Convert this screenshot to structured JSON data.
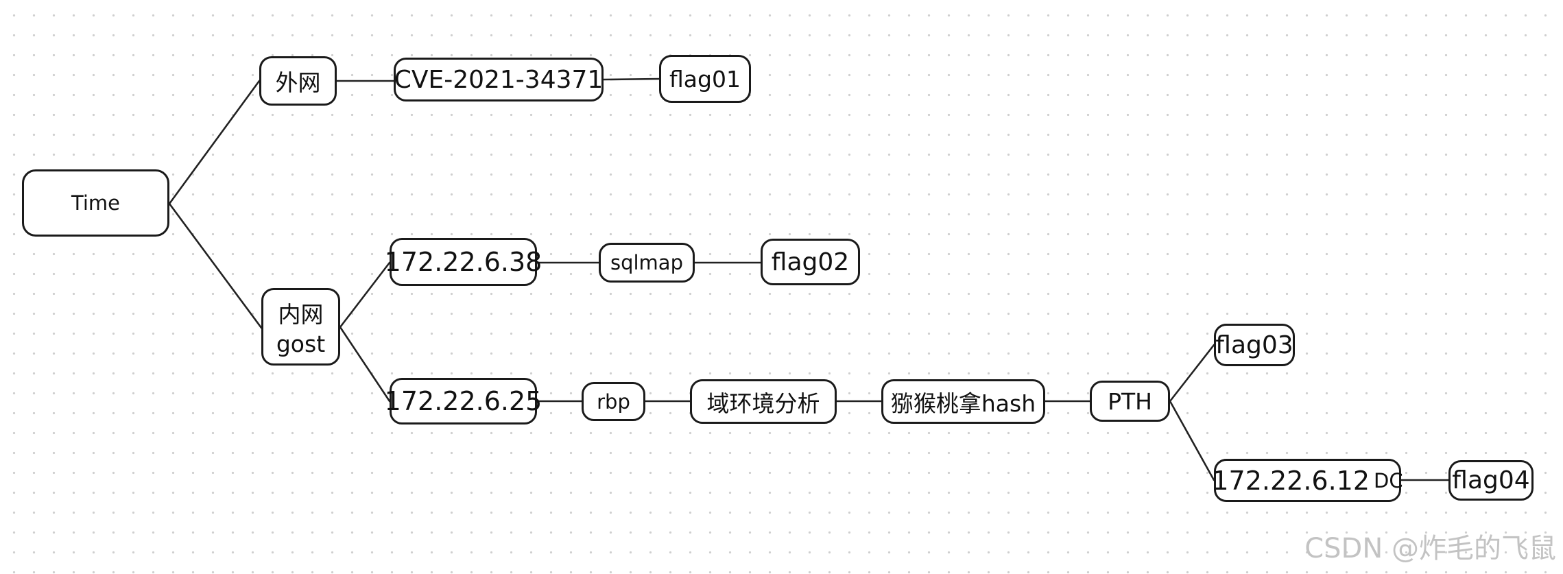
{
  "diagram": {
    "root": "Time",
    "external": {
      "label": "外网",
      "cve": "CVE-2021-34371",
      "flag": "flag01"
    },
    "internal": {
      "label": "内网",
      "sublabel": "gost",
      "host1": {
        "ip": "172.22.6.38",
        "tool": "sqlmap",
        "flag": "flag02"
      },
      "host2": {
        "ip": "172.22.6.25",
        "tool": "rbp",
        "analysis": "域环境分析",
        "hash": "猕猴桃拿hash",
        "pth": "PTH",
        "flag": "flag03",
        "dc_ip": "172.22.6.12",
        "dc_tag": "DC",
        "dc_flag": "flag04"
      }
    }
  },
  "watermark": "CSDN @炸毛的飞鼠"
}
